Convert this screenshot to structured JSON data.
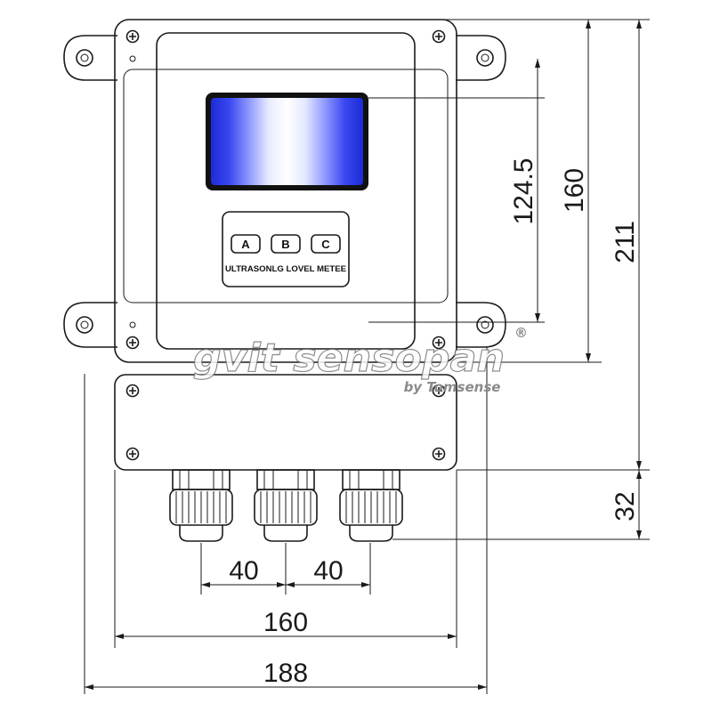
{
  "buttons": [
    "A",
    "B",
    "C"
  ],
  "panel_caption": "ULTRASONLG LOVEL METEE",
  "dimensions": {
    "spacing_left": "40",
    "spacing_right": "40",
    "width_inner": "160",
    "width_total": "188",
    "height_screen": "124.5",
    "height_upper": "160",
    "height_total": "211",
    "height_glands": "32"
  },
  "watermark": {
    "brand": "gvit sensopan",
    "registered": "®",
    "byline": "by Tomsense"
  }
}
